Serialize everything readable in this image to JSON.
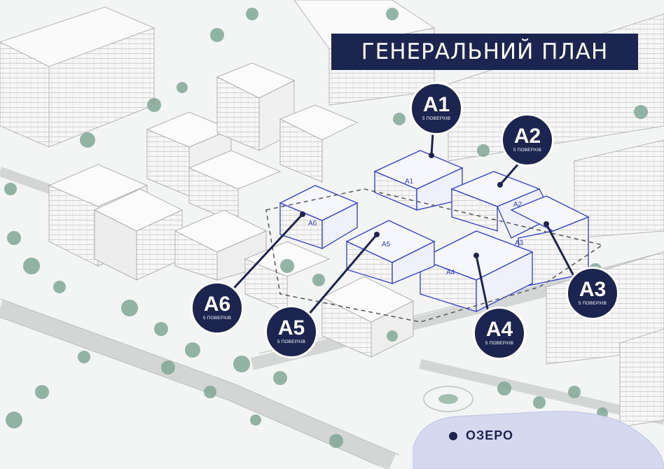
{
  "title": "ГЕНЕРАЛЬНИЙ ПЛАН",
  "colors": {
    "navy": "#1b2550",
    "accent_blue": "#2b3fd6",
    "tree": "#7fa896",
    "lake": "#d5d9f0"
  },
  "markers": [
    {
      "code": "A1",
      "floors": "5 ПОВЕРХІВ",
      "icon": "building-marker"
    },
    {
      "code": "A2",
      "floors": "5 ПОВЕРХІВ",
      "icon": "building-marker"
    },
    {
      "code": "A3",
      "floors": "5 ПОВЕРХІВ",
      "icon": "building-marker"
    },
    {
      "code": "A4",
      "floors": "5 ПОВЕРХІВ",
      "icon": "building-marker"
    },
    {
      "code": "A5",
      "floors": "5 ПОВЕРХІВ",
      "icon": "building-marker"
    },
    {
      "code": "A6",
      "floors": "5 ПОВЕРХІВ",
      "icon": "building-marker"
    }
  ],
  "building_labels": [
    "A1",
    "A2",
    "A3",
    "A4",
    "A5",
    "A6"
  ],
  "lake_label": "ОЗЕРО"
}
